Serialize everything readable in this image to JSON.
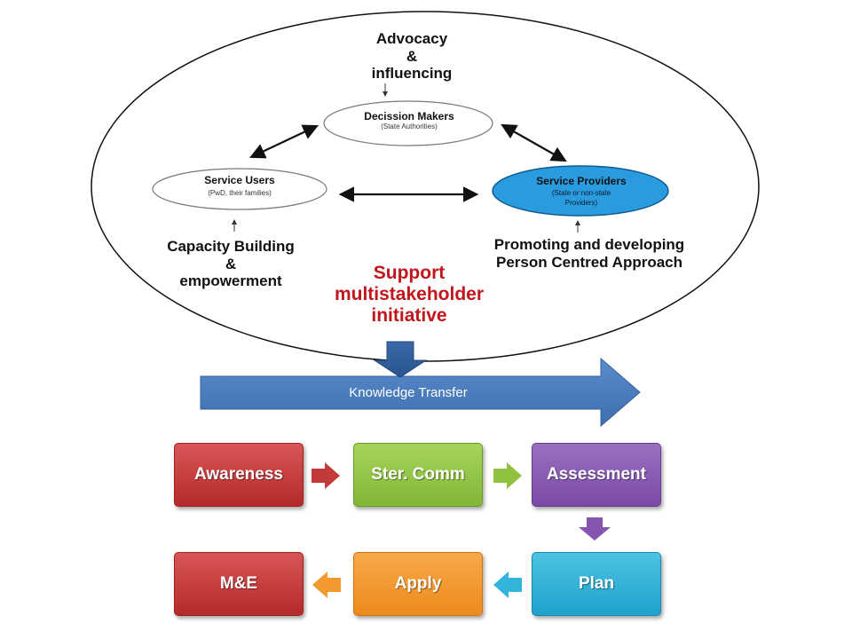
{
  "top_label": {
    "line1": "Advocacy",
    "line2": "&",
    "line3": "influencing"
  },
  "left_label": {
    "line1": "Capacity Building",
    "line2": "&",
    "line3": "empowerment"
  },
  "right_label": {
    "line1": "Promoting and developing",
    "line2": "Person Centred Approach"
  },
  "nodes": {
    "decision_makers": {
      "title": "Decission Makers",
      "sub": "(State Authorities)"
    },
    "service_users": {
      "title": "Service Users",
      "sub": "(PwD, their families)"
    },
    "service_providers": {
      "title": "Service Providers",
      "sub1": "(State or non-state",
      "sub2": "Providers)"
    }
  },
  "support": {
    "line1": "Support",
    "line2": "multistakeholder",
    "line3": "initiative"
  },
  "knowledge_transfer": "Knowledge Transfer",
  "steps": {
    "awareness": "Awareness",
    "ster_comm": "Ster. Comm",
    "assessment": "Assessment",
    "plan": "Plan",
    "apply": "Apply",
    "me": "M&E"
  },
  "colors": {
    "support_text": "#c0161c",
    "provider_fill": "#2b9be0",
    "kt_arrow": "#4f80bf",
    "red": "#c23a3a",
    "green": "#8fc13f",
    "purple": "#8555b0",
    "cyan": "#33b4db",
    "orange": "#f29a2e"
  }
}
